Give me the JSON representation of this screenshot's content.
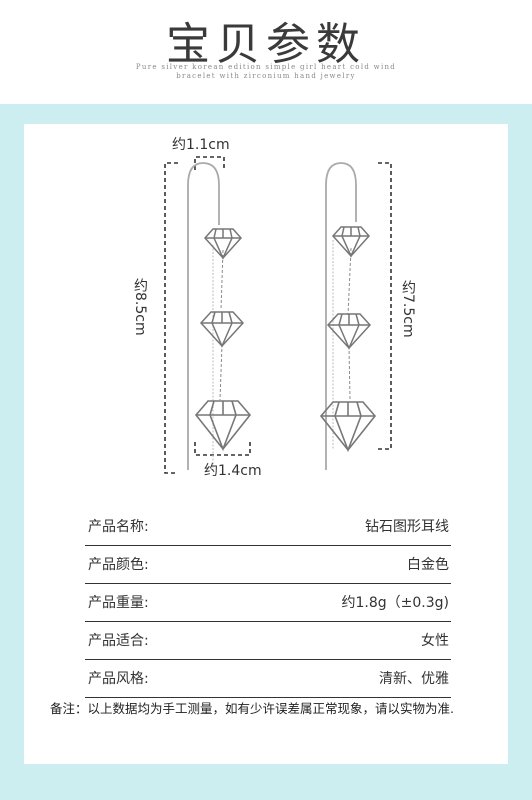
{
  "header": {
    "title": "宝贝参数",
    "subtitle_line1": "Pure silver korean edition simple girl heart cold wind",
    "subtitle_line2": "bracelet with zirconium hand jewelry"
  },
  "measurements": {
    "width_top": "约1.1cm",
    "width_bottom": "约1.4cm",
    "length_left": "约8.5cm",
    "length_right": "约7.5cm"
  },
  "specs": [
    {
      "label": "产品名称:",
      "value": "钻石图形耳线"
    },
    {
      "label": "产品颜色:",
      "value": "白金色"
    },
    {
      "label": "产品重量:",
      "value": "约1.8g（±0.3g)"
    },
    {
      "label": "产品适合:",
      "value": "女性"
    },
    {
      "label": "产品风格:",
      "value": "清新、优雅"
    }
  ],
  "note": "备注：以上数据均为手工测量，如有少许误差属正常现象，请以实物为准.",
  "colors": {
    "frame": "#cdeef0",
    "text": "#333333"
  }
}
